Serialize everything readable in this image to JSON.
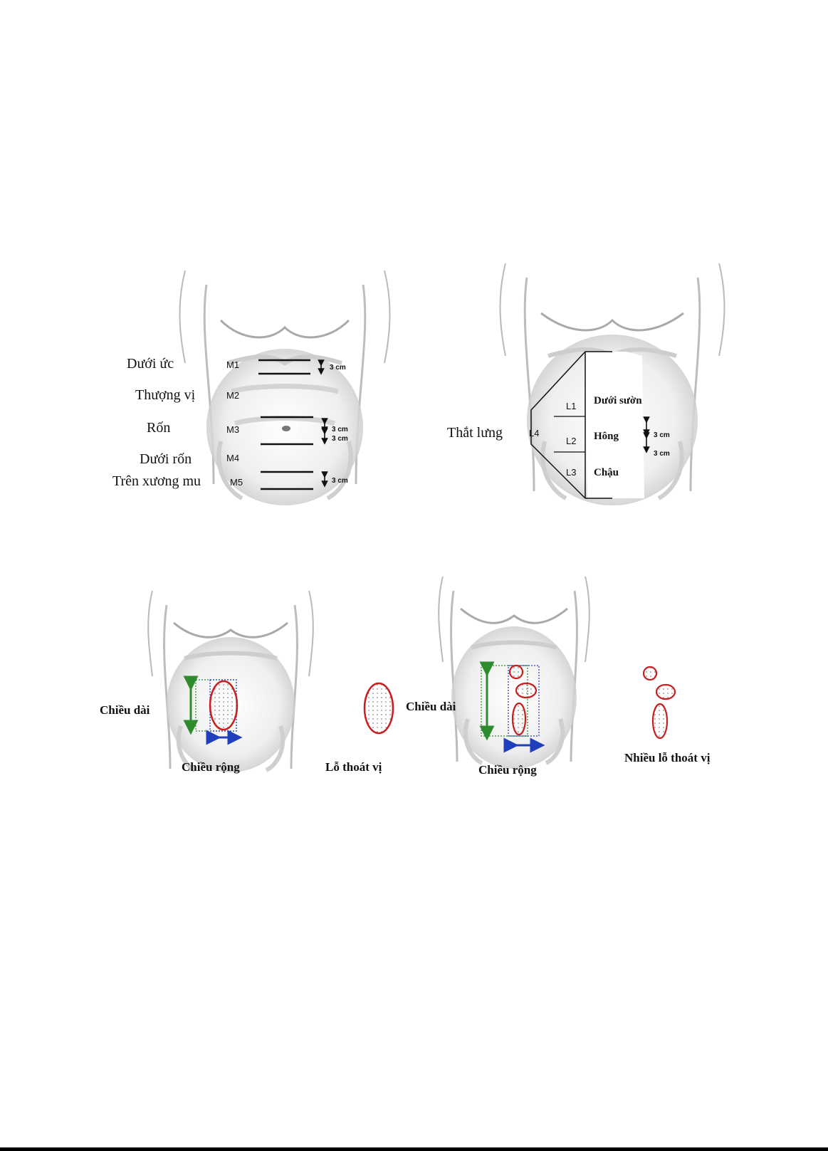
{
  "colors": {
    "outline": "#b9b9b9",
    "muscle_shade": "#d6d6d6",
    "line": "#111111",
    "hernia_red": "#c81e1e",
    "green_arrow": "#2e8b2e",
    "blue_arrow": "#1f3fbf"
  },
  "midline": {
    "labels": [
      "Dưới ức",
      "Thượng vị",
      "Rốn",
      "Dưới rốn",
      "Trên xương mu"
    ],
    "codes": [
      "M1",
      "M2",
      "M3",
      "M4",
      "M5"
    ],
    "measure": "3 cm"
  },
  "lateral": {
    "group_label": "Thắt lưng",
    "codes": [
      "L1",
      "L2",
      "L3",
      "L4"
    ],
    "region_labels": [
      "Dưới sườn",
      "Hông",
      "Chậu"
    ],
    "measure": "3 cm"
  },
  "single_defect": {
    "length_label": "Chiều dài",
    "width_label": "Chiều rộng",
    "defect_label": "Lỗ thoát vị"
  },
  "multiple_defects": {
    "length_label": "Chiều dài",
    "width_label": "Chiều rộng",
    "defect_label": "Nhiều lỗ thoát vị"
  }
}
